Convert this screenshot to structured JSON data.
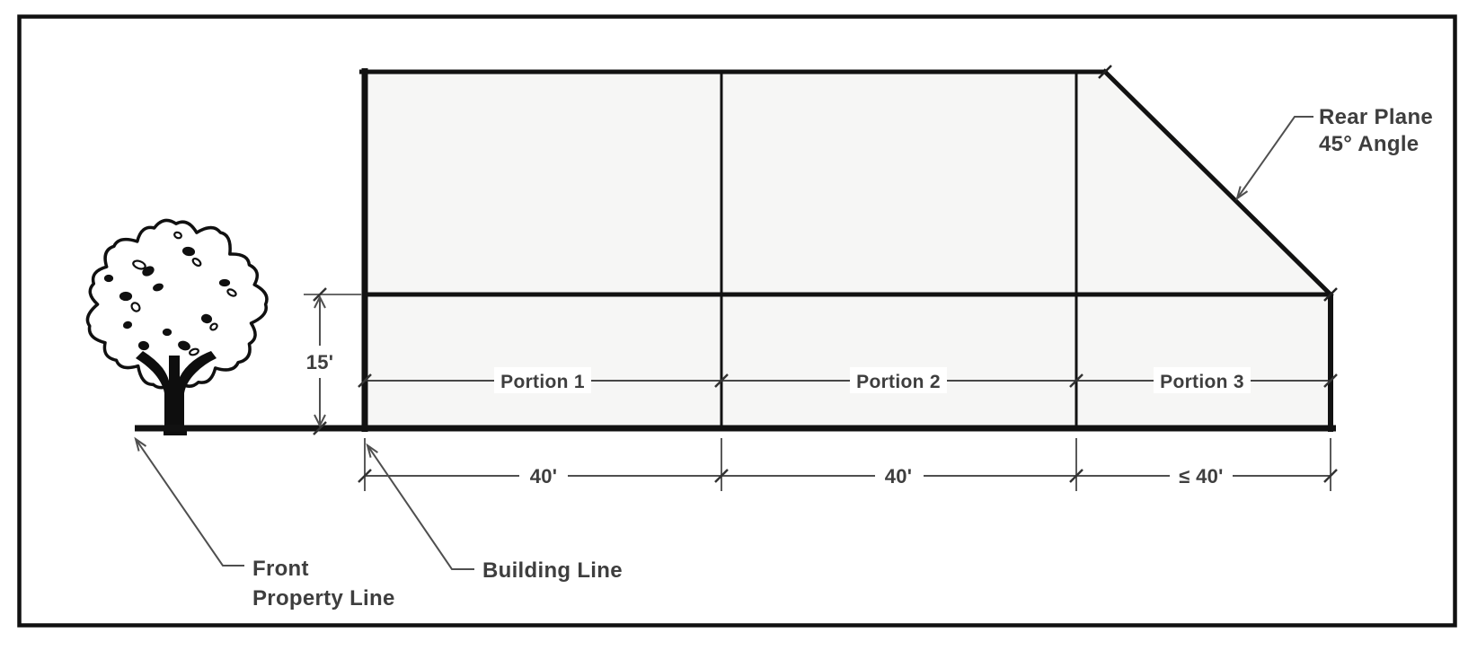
{
  "diagram": {
    "height_label": "15'",
    "portions": [
      {
        "label": "Portion 1",
        "width_label": "40'"
      },
      {
        "label": "Portion 2",
        "width_label": "40'"
      },
      {
        "label": "Portion 3",
        "width_label": "≤ 40'"
      }
    ],
    "annotations": {
      "rear_plane": {
        "line1": "Rear Plane",
        "line2": "45° Angle"
      },
      "front_property": {
        "line1": "Front",
        "line2": "Property Line"
      },
      "building_line": "Building Line"
    },
    "colors": {
      "line_dark": "#121212",
      "line_dim": "#4f4f4f",
      "text": "#3e3e3e",
      "building_fill": "#f6f6f5"
    }
  }
}
